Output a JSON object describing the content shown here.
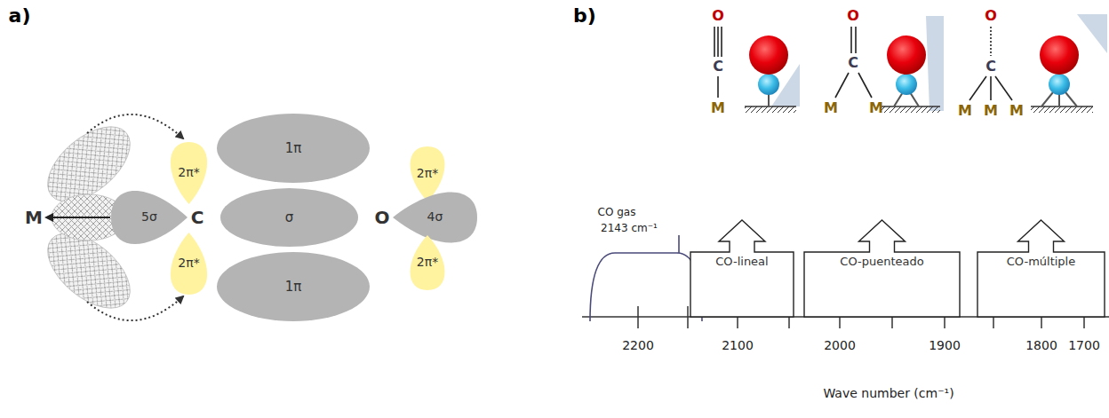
{
  "diagram": {
    "nodes": [
      {
        "text": [
          "2π*"
        ]
      },
      {
        "text": [
          "1π"
        ]
      },
      {
        "text": [
          "2π*"
        ]
      },
      {
        "text": [
          "5σ"
        ]
      },
      {
        "text": [
          "σ"
        ]
      },
      {
        "text": [
          "4σ"
        ]
      },
      {
        "text": [
          "2π*"
        ]
      },
      {
        "text": [
          "1π"
        ]
      },
      {
        "text": [
          "2π*"
        ]
      },
      {
        "text": [
          "CO-lineal"
        ]
      },
      {
        "text": [
          "CO-puenteado"
        ]
      },
      {
        "text": [
          "CO-múltiple"
        ]
      }
    ],
    "labels": [
      "a)",
      "b)",
      "M",
      "C",
      "O",
      "O",
      "C",
      "M",
      "O",
      "C",
      "M",
      "M",
      "O",
      "C",
      "M",
      "M",
      "M",
      "CO gas",
      "2143 cm⁻¹",
      "2200",
      "2100",
      "2000",
      "1900",
      "1800",
      "1700",
      "Wave number (cm⁻¹)"
    ]
  }
}
